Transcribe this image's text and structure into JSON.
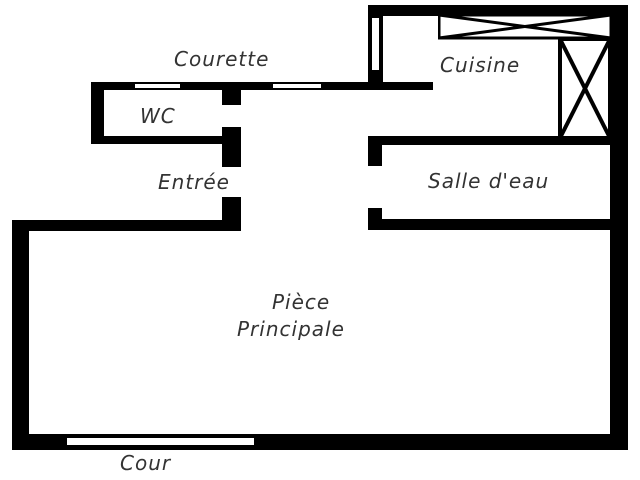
{
  "plan": {
    "rooms": [
      {
        "id": "courette",
        "label": "Courette"
      },
      {
        "id": "cuisine",
        "label": "Cuisine"
      },
      {
        "id": "wc",
        "label": "WC"
      },
      {
        "id": "entree",
        "label": "Entrée"
      },
      {
        "id": "salle-eau",
        "label": "Salle d'eau"
      },
      {
        "id": "piece-principale",
        "label_line1": "Pièce",
        "label_line2": "Principale"
      },
      {
        "id": "cour",
        "label": "Cour"
      }
    ],
    "colors": {
      "wall": "#000000",
      "background": "#ffffff",
      "text": "#333333"
    }
  }
}
